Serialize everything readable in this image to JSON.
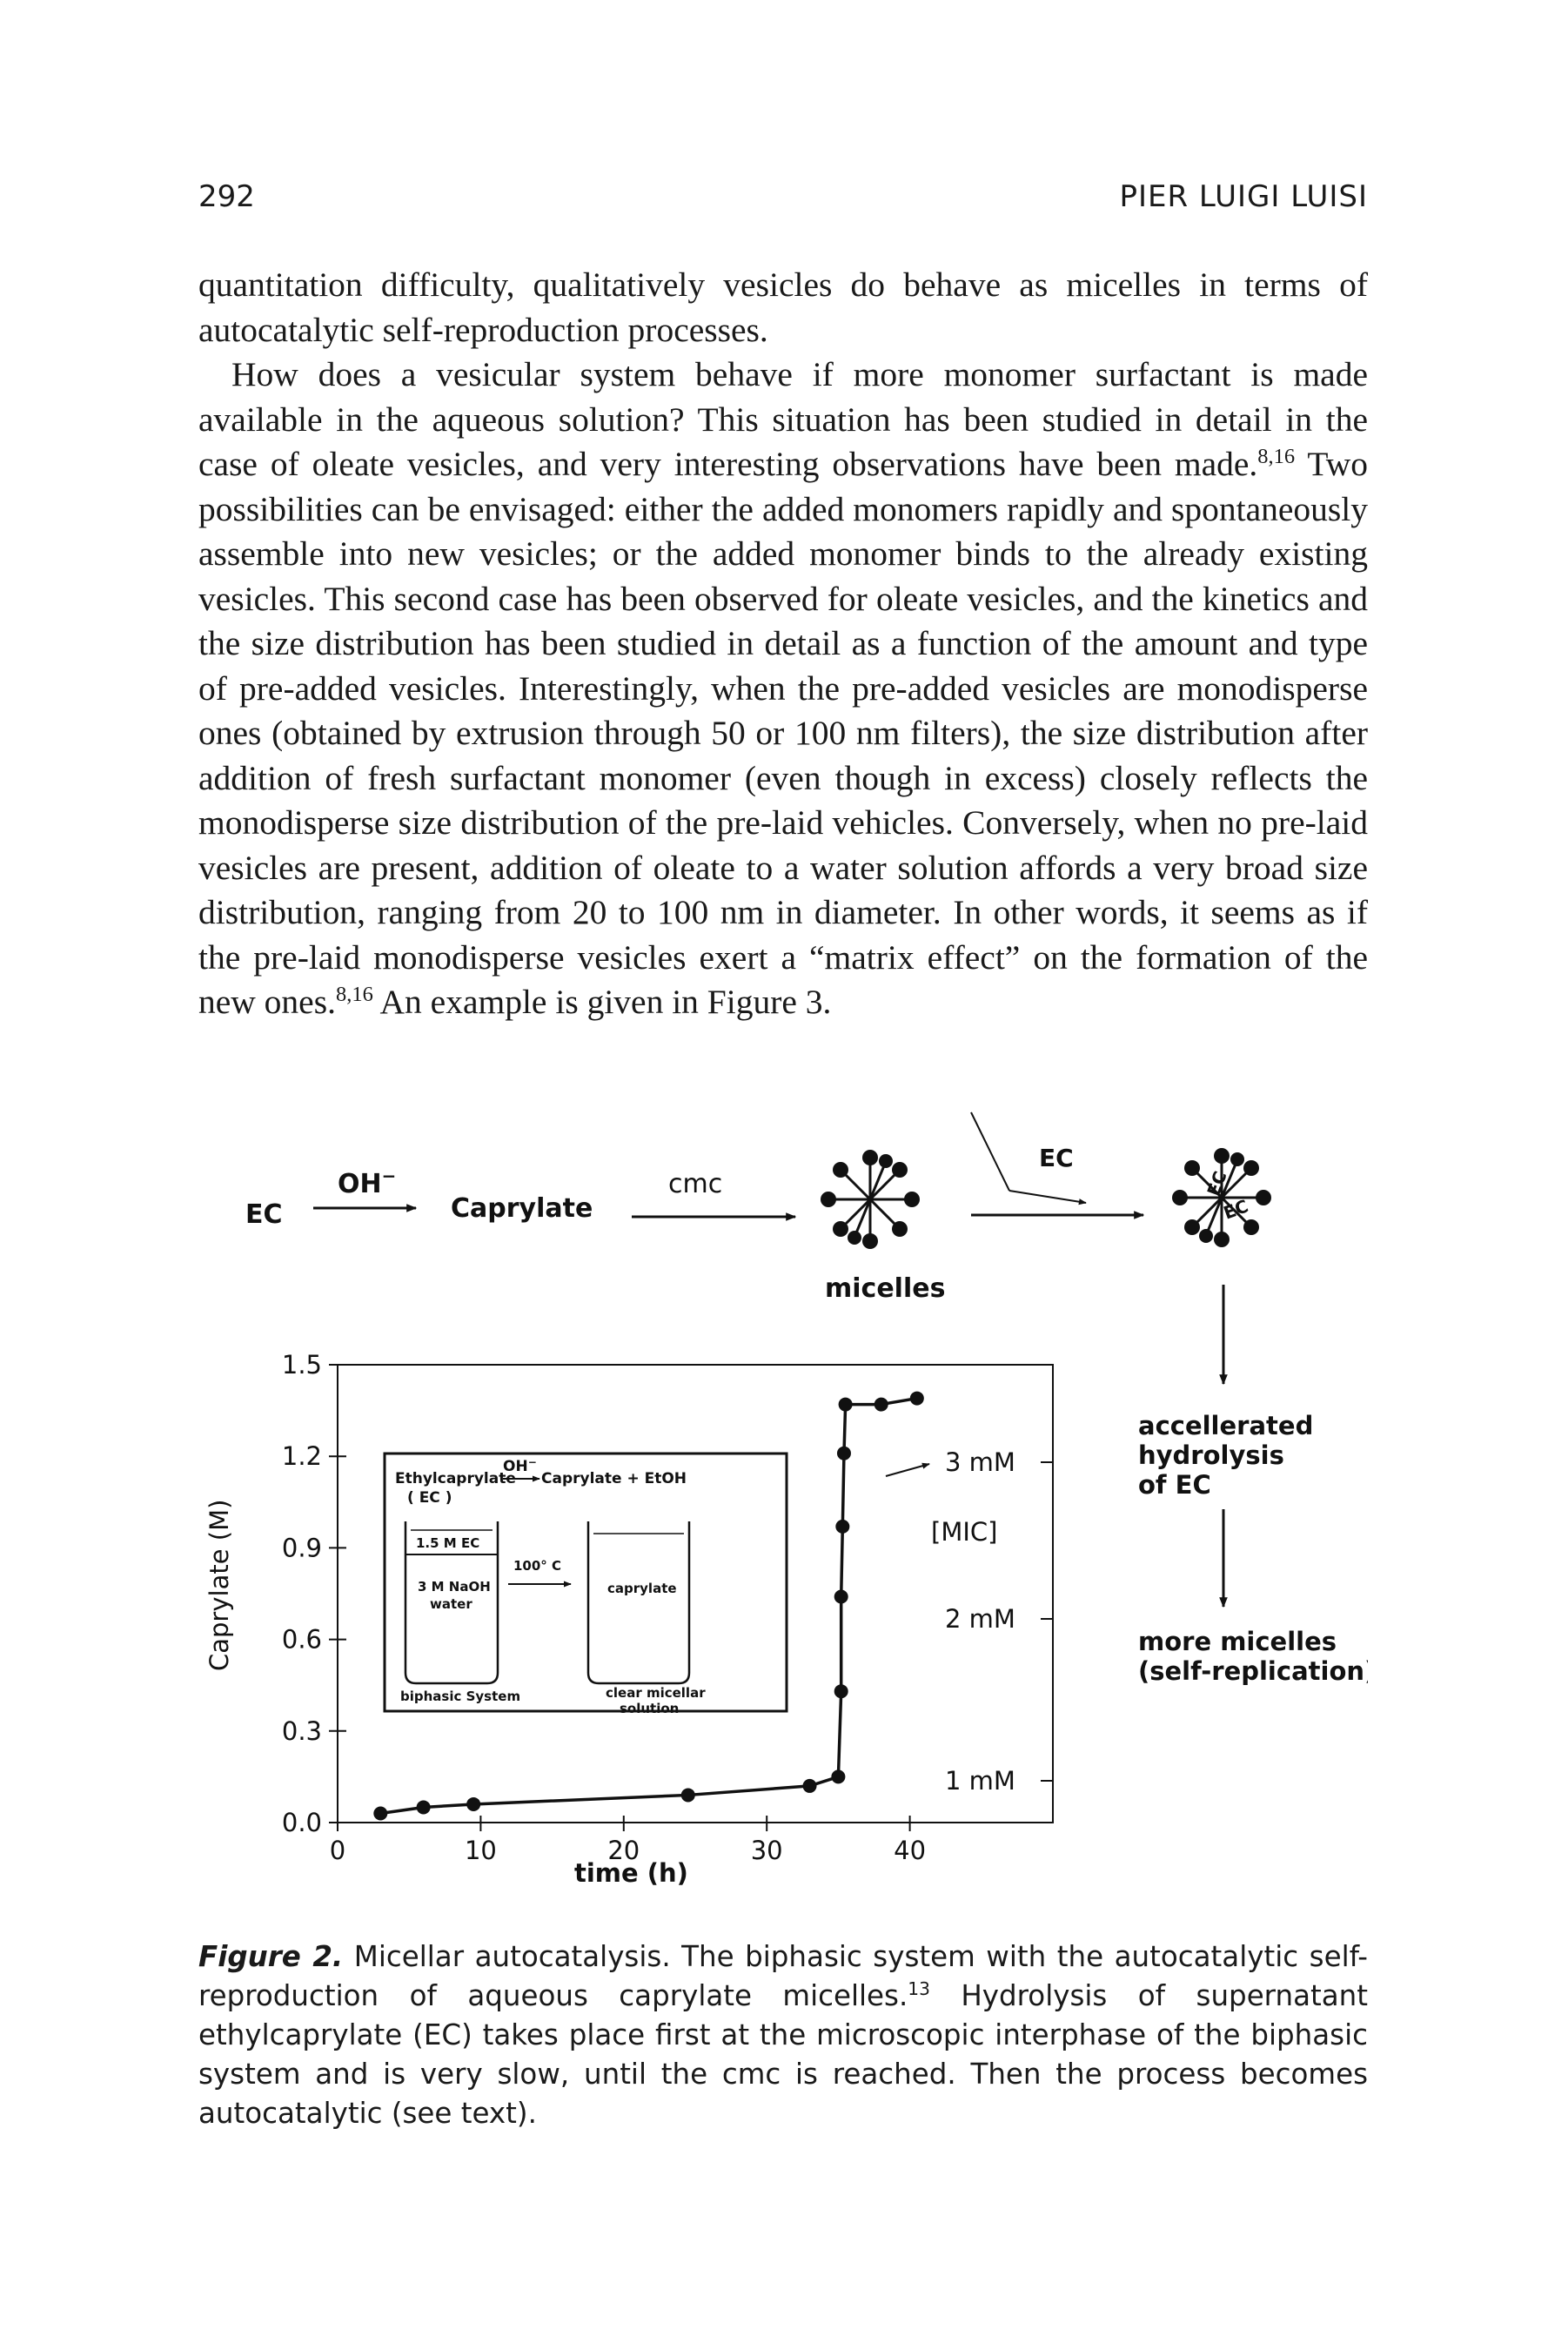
{
  "header": {
    "page_number": "292",
    "author": "PIER LUIGI LUISI"
  },
  "paragraphs": [
    {
      "text": "quantitation difficulty, qualitatively vesicles do behave as micelles in terms of autocatalytic self-reproduction processes."
    },
    {
      "text": "How does a vesicular system behave if more monomer surfactant is made available in the aqueous solution? This situation has been studied in detail in the case of oleate vesicles, and very interesting observations have been made.",
      "ref1": "8,16",
      "text2": " Two possibilities can be envisaged: either the added monomers rapidly and spontaneously assemble into new vesicles; or the added monomer binds to the already existing vesicles. This second case has been observed for oleate vesicles, and the kinetics and the size distribution has been studied in detail as a function of the amount and type of pre-added vesicles. Interestingly, when the pre-added vesicles are monodisperse ones (obtained by extrusion through 50 or 100 nm filters), the size distribution after addition of fresh surfactant monomer (even though in excess) closely reflects the monodisperse size distribution of the pre-laid vehicles. Conversely, when no pre-laid vesicles are present, addition of oleate to a water solution affords a very broad size distribution, ranging from 20 to 100 nm in diameter. In other words, it seems as if the pre-laid monodisperse vesicles exert a “matrix effect” on the formation of the new ones.",
      "ref2": "8,16",
      "text3": " An example is given in Figure 3."
    }
  ],
  "scheme": {
    "ec": "EC",
    "oh": "OH",
    "oh_charge": "−",
    "caprylate": "Caprylate",
    "cmc": "cmc",
    "micelles": "micelles",
    "ec_top": "EC",
    "micelle_ec_1": "EC",
    "micelle_ec_2": "EC",
    "accelerated": [
      "accellerated",
      "hydrolysis",
      "of EC"
    ],
    "more_micelles": [
      "more micelles",
      "(self-replication)"
    ]
  },
  "inset": {
    "reaction_left": "Ethylcaprylate",
    "reaction_left2": "( EC )",
    "reaction_oh": "OH",
    "reaction_oh_charge": "−",
    "reaction_right": "Caprylate + EtOH",
    "beaker_top": "1.5 M EC",
    "beaker_bottom": [
      "3 M NaOH",
      "water"
    ],
    "temperature": "100° C",
    "beaker_right": "caprylate",
    "label_left": "biphasic System",
    "label_right": [
      "clear micellar",
      "solution"
    ]
  },
  "right_axis": {
    "ticks": [
      "3 mM",
      "2 mM",
      "1 mM"
    ],
    "label": "[MIC]"
  },
  "chart_data": {
    "type": "line",
    "xlabel": "time (h)",
    "ylabel": "Caprylate (M)",
    "xlim": [
      0,
      50
    ],
    "ylim": [
      0,
      1.5
    ],
    "x_ticks": [
      "0",
      "10",
      "20",
      "30",
      "40"
    ],
    "y_ticks": [
      "1.5",
      "1.2",
      "0.9",
      "0.6",
      "0.3",
      "0.0"
    ],
    "series": [
      {
        "x": [
          3,
          6,
          9.5,
          24.5,
          33,
          35,
          35.2,
          35.2,
          35.3,
          35.4,
          35.5,
          38,
          40.5
        ],
        "y": [
          0.03,
          0.05,
          0.06,
          0.09,
          0.12,
          0.15,
          0.43,
          0.74,
          0.97,
          1.21,
          1.37,
          1.37,
          1.39
        ]
      }
    ]
  },
  "caption": {
    "label": "Figure 2.",
    "text": " Micellar autocatalysis. The biphasic system with the autocatalytic self-reproduction of aqueous caprylate micelles.",
    "ref": "13",
    "text2": " Hydrolysis of supernatant ethylcaprylate (EC) takes place first at the microscopic interphase of the biphasic system and is very slow, until the cmc is reached. Then the process becomes autocatalytic (see text)."
  }
}
